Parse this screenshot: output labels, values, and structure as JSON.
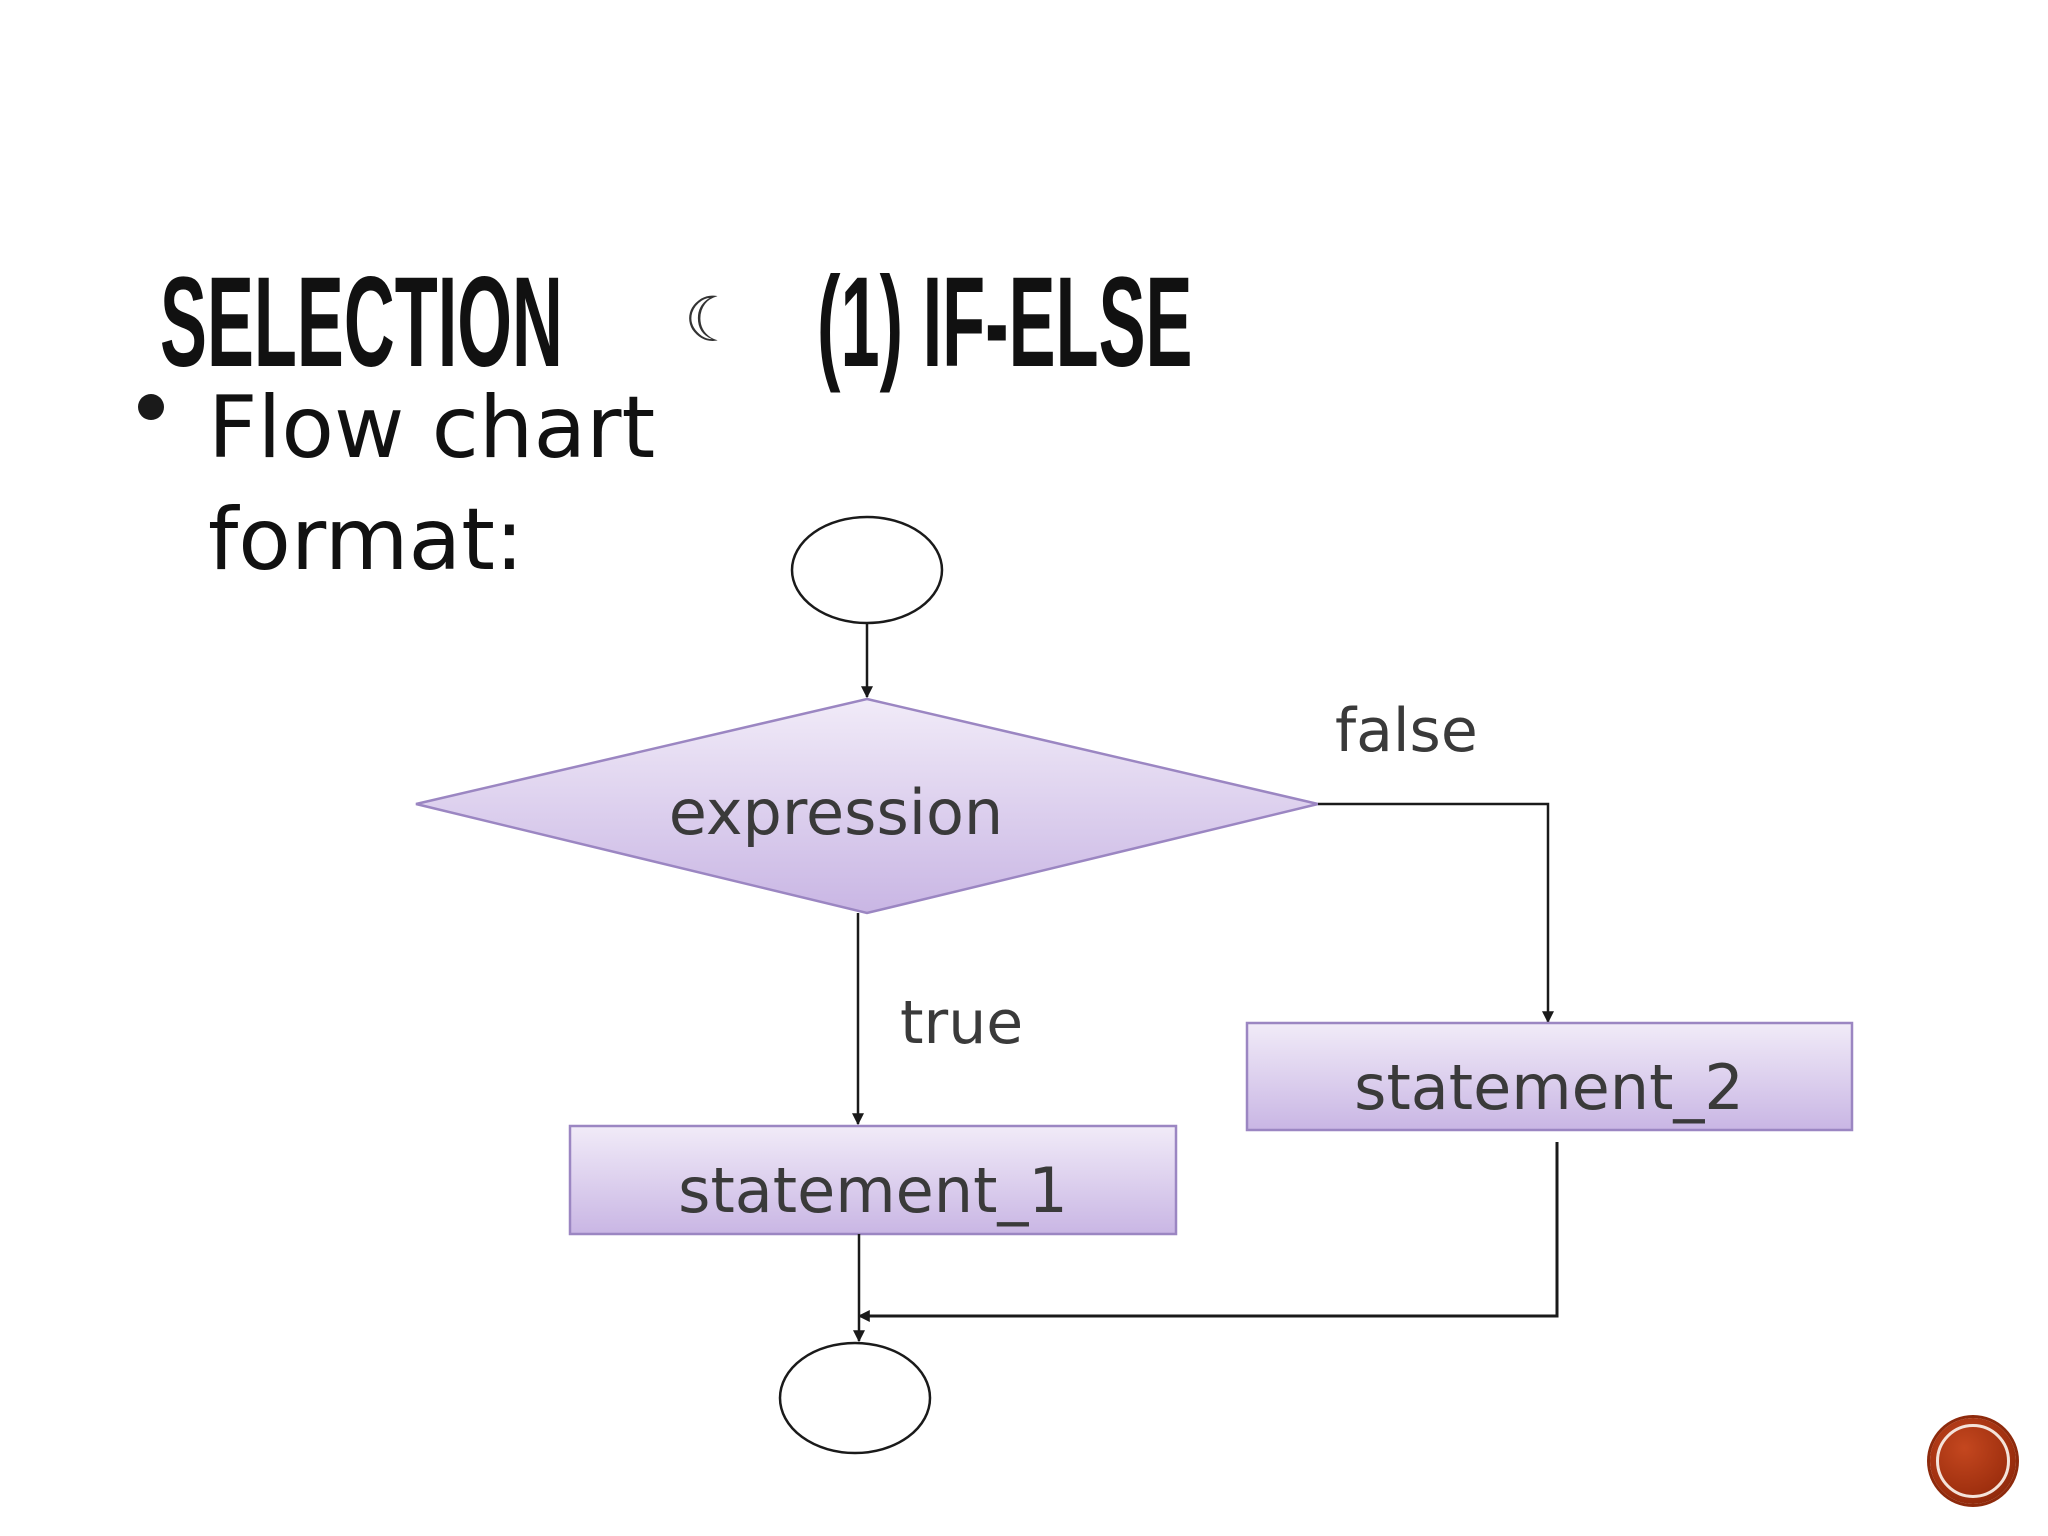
{
  "slide": {
    "title_left": "SELECTION",
    "title_separator_icon": "crescent-moon-icon",
    "title_right": "(1) IF-ELSE",
    "bullet": "Flow chart format:"
  },
  "flowchart": {
    "decision_label": "expression",
    "true_label": "true",
    "false_label": "false",
    "statement_1": "statement_1",
    "statement_2": "statement_2"
  },
  "colors": {
    "shape_fill_light": "#f1ebf8",
    "shape_fill_dark": "#c9b6e4",
    "shape_stroke": "#9b86c2",
    "badge": "#a8340f"
  }
}
